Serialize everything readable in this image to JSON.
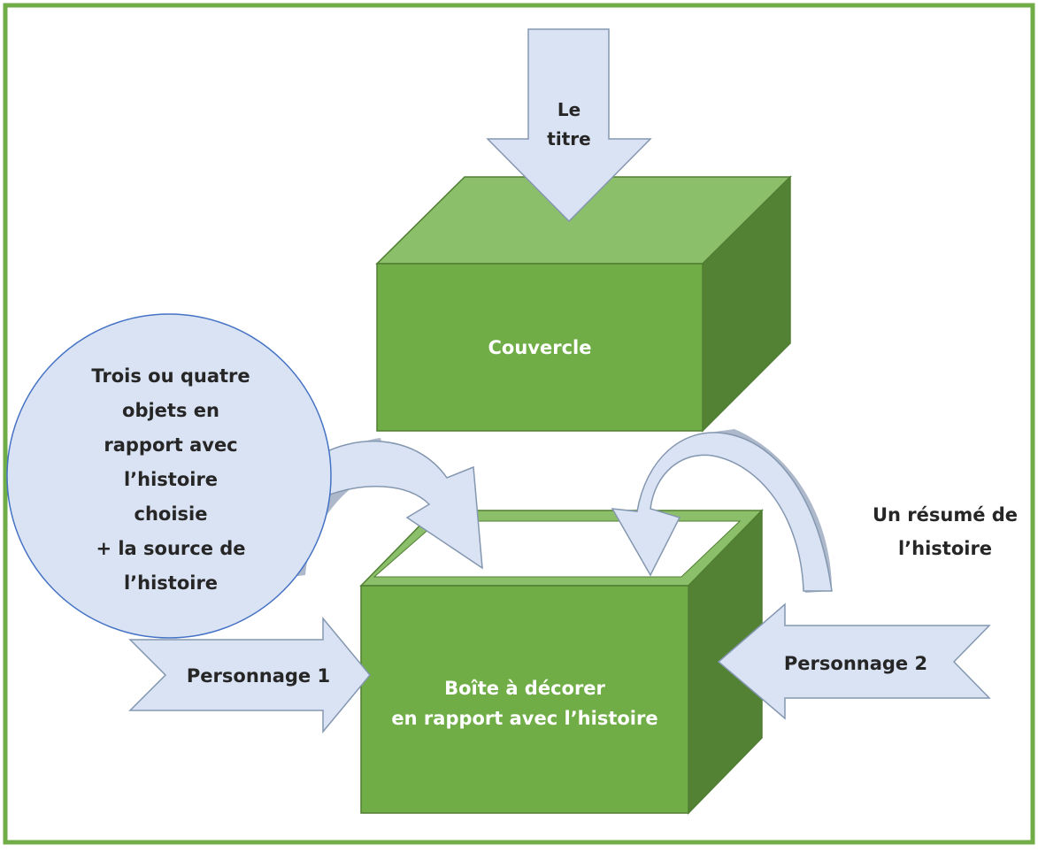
{
  "colors": {
    "frame": "#70AD47",
    "box_front": "#70AD47",
    "box_top": "#8CBF6A",
    "box_side": "#548235",
    "box_edge": "#507E32",
    "arrow_fill": "#DAE3F3",
    "arrow_stroke": "#8497B0",
    "arrow_shadow": "#ADB9CA",
    "circle_fill": "#DAE3F3",
    "circle_stroke": "#4472C4",
    "text_dark": "#262626",
    "text_light": "#FFFFFF"
  },
  "lid": {
    "label": "Couvercle"
  },
  "box": {
    "label_lines": [
      "Boîte à décorer",
      "en rapport avec l’histoire"
    ]
  },
  "arrow_title": {
    "label_lines": [
      "Le",
      "titre"
    ],
    "icon": "arrow-down-icon"
  },
  "arrow_left": {
    "label": "Personnage 1",
    "icon": "arrow-right-icon"
  },
  "arrow_right": {
    "label": "Personnage 2",
    "icon": "arrow-left-icon"
  },
  "objects_circle": {
    "label_lines": [
      "Trois ou quatre",
      "objets en",
      "rapport avec",
      "l’histoire",
      "choisie",
      "+ la source de",
      "l’histoire"
    ]
  },
  "summary": {
    "label_lines": [
      "Un résumé de",
      "l’histoire"
    ]
  },
  "curved_arrows": [
    "curved-arrow-left-icon",
    "curved-arrow-right-icon"
  ]
}
